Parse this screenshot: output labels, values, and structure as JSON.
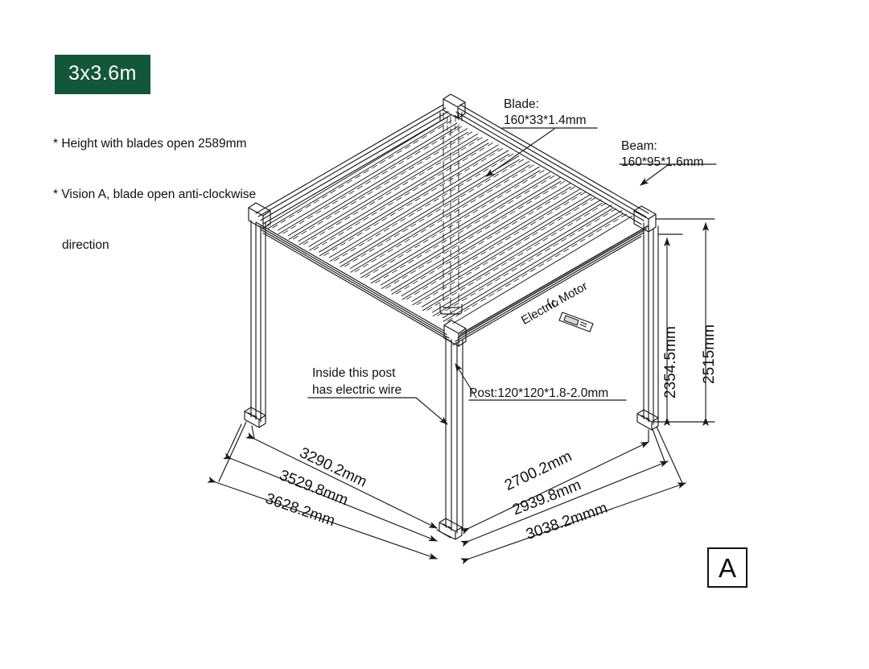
{
  "badge": {
    "label": "3x3.6m",
    "bg_color": "#13573a",
    "text_color": "#ffffff"
  },
  "notes": [
    "* Height with blades open 2589mm",
    "* Vision A, blade open anti-clockwise",
    "direction"
  ],
  "callouts": {
    "blade": {
      "line1": "Blade:",
      "line2": "160*33*1.4mm"
    },
    "beam": {
      "line1": "Beam:",
      "line2": "160*95*1.6mm"
    },
    "post": {
      "text": "Post:120*120*1.8-2.0mm"
    },
    "inside_post": {
      "line1": "Inside this post",
      "line2": "has electric wire"
    },
    "motor": {
      "text": "Electric Motor"
    }
  },
  "dimensions": {
    "vertical": [
      {
        "id": "v-inner",
        "value": "2354.5mm"
      },
      {
        "id": "v-outer",
        "value": "2515mm"
      }
    ],
    "left_run": [
      {
        "id": "l-1",
        "value": "3290.2mm"
      },
      {
        "id": "l-2",
        "value": "3529.8mm"
      },
      {
        "id": "l-3",
        "value": "3628.2mm"
      }
    ],
    "right_run": [
      {
        "id": "r-1",
        "value": "2700.2mm"
      },
      {
        "id": "r-2",
        "value": "2939.8mm"
      },
      {
        "id": "r-3",
        "value": "3038.2mmm"
      }
    ]
  },
  "view_marker": {
    "label": "A"
  },
  "colors": {
    "line": "#1a1a1a",
    "background": "#ffffff",
    "badge": "#13573a"
  }
}
